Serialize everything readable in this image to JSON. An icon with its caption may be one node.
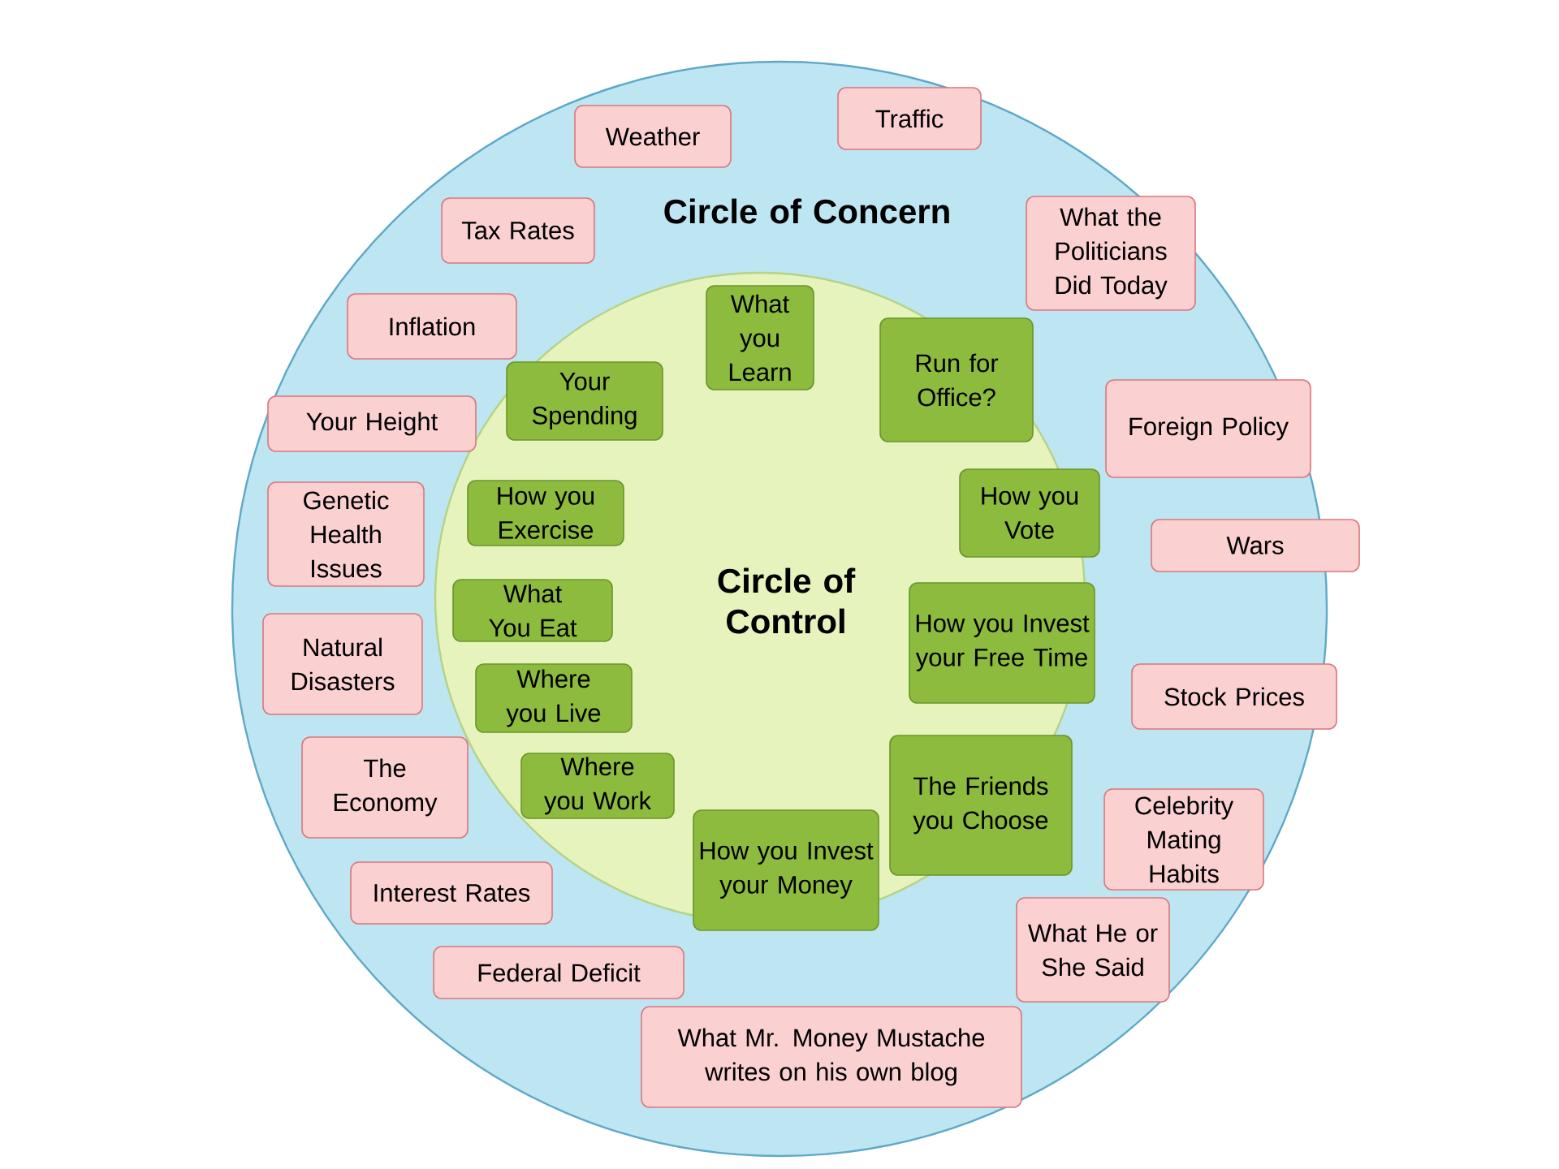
{
  "diagram": {
    "nodes": [
      {
        "text": [
          "Circle of Concern"
        ]
      },
      {
        "text": [
          "Circle of Control"
        ],
        "in": 0
      },
      {
        "text": [
          "Weather"
        ],
        "in": 0
      },
      {
        "text": [
          "Traffic"
        ],
        "in": 0
      },
      {
        "text": [
          "Tax Rates"
        ],
        "in": 0
      },
      {
        "text": [
          "What the Politicians Did Today"
        ],
        "in": 0
      },
      {
        "text": [
          "Inflation"
        ],
        "in": 0
      },
      {
        "text": [
          "Foreign Policy"
        ],
        "in": 0
      },
      {
        "text": [
          "Your Height"
        ],
        "in": 0
      },
      {
        "text": [
          "Wars"
        ],
        "in": 0
      },
      {
        "text": [
          "Genetic Health Issues"
        ],
        "in": 0
      },
      {
        "text": [
          "Natural Disasters"
        ],
        "in": 0
      },
      {
        "text": [
          "Stock Prices"
        ],
        "in": 0
      },
      {
        "text": [
          "The Economy"
        ],
        "in": 0
      },
      {
        "text": [
          "Celebrity Mating Habits"
        ],
        "in": 0
      },
      {
        "text": [
          "Interest Rates"
        ],
        "in": 0
      },
      {
        "text": [
          "What He or She Said"
        ],
        "in": 0
      },
      {
        "text": [
          "Federal Deficit"
        ],
        "in": 0
      },
      {
        "text": [
          "What Mr. Money Mustache writes on his own blog"
        ],
        "in": 0
      },
      {
        "text": [
          "What you Learn"
        ],
        "in": 1
      },
      {
        "text": [
          "Run for Office?"
        ],
        "in": 1
      },
      {
        "text": [
          "Your Spending"
        ],
        "in": 1
      },
      {
        "text": [
          "How you Vote"
        ],
        "in": 1
      },
      {
        "text": [
          "How you Exercise"
        ],
        "in": 1
      },
      {
        "text": [
          "How you Invest your Free Time"
        ],
        "in": 1
      },
      {
        "text": [
          "What You Eat"
        ],
        "in": 1
      },
      {
        "text": [
          "Where you Live"
        ],
        "in": 1
      },
      {
        "text": [
          "The Friends you Choose"
        ],
        "in": 1
      },
      {
        "text": [
          "Where you Work"
        ],
        "in": 1
      },
      {
        "text": [
          "How you Invest your Money"
        ],
        "in": 1
      }
    ]
  }
}
